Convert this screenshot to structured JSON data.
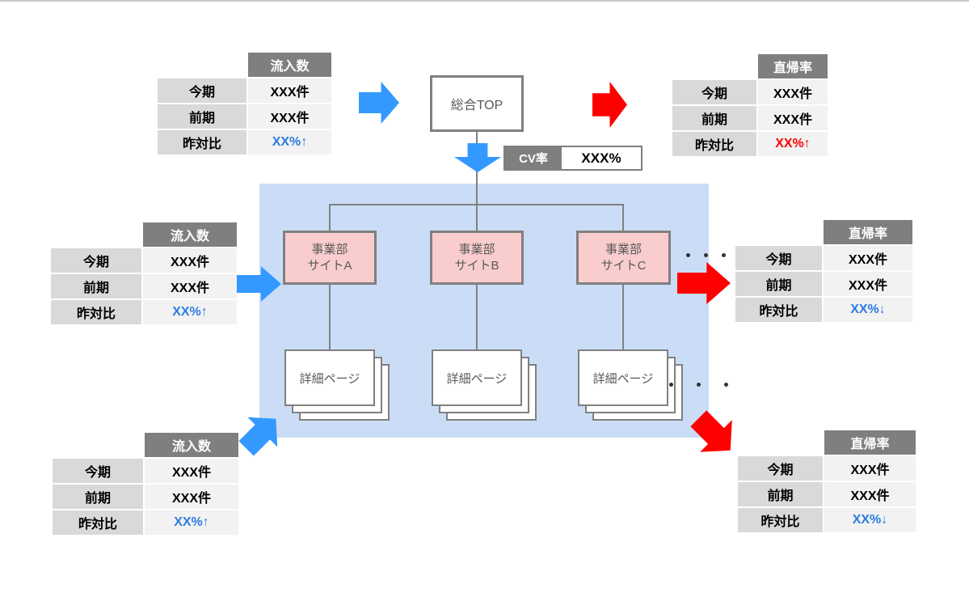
{
  "colors": {
    "accent_blue": "#3399FF",
    "accent_red": "#FF0000",
    "change_blue": "#2B7CE0",
    "change_red": "#FF0000",
    "header_gray": "#7F7F7F",
    "region_blue": "#CBDDF6",
    "node_pink": "#F9CDCD",
    "border_gray": "#808080"
  },
  "org_chart": {
    "root": {
      "label": "総合TOP"
    },
    "cv_rate": {
      "label": "CV率",
      "value": "XXX%"
    },
    "sites": [
      {
        "line1": "事業部",
        "line2": "サイトA"
      },
      {
        "line1": "事業部",
        "line2": "サイトB"
      },
      {
        "line1": "事業部",
        "line2": "サイトC"
      }
    ],
    "detail_pages": [
      {
        "label": "詳細ページ"
      },
      {
        "label": "詳細ページ"
      },
      {
        "label": "詳細ページ"
      }
    ],
    "more_sites": "・・・",
    "more_pages": "・・・"
  },
  "tables": {
    "inflow_top": {
      "metric": "流入数",
      "rows": [
        {
          "label": "今期",
          "value": "XXX件"
        },
        {
          "label": "前期",
          "value": "XXX件"
        },
        {
          "label": "昨対比",
          "value": "XX%↑"
        }
      ],
      "change_color": "blue"
    },
    "bounce_top": {
      "metric": "直帰率",
      "rows": [
        {
          "label": "今期",
          "value": "XXX件"
        },
        {
          "label": "前期",
          "value": "XXX件"
        },
        {
          "label": "昨対比",
          "value": "XX%↑"
        }
      ],
      "change_color": "red"
    },
    "inflow_mid": {
      "metric": "流入数",
      "rows": [
        {
          "label": "今期",
          "value": "XXX件"
        },
        {
          "label": "前期",
          "value": "XXX件"
        },
        {
          "label": "昨対比",
          "value": "XX%↑"
        }
      ],
      "change_color": "blue"
    },
    "bounce_mid": {
      "metric": "直帰率",
      "rows": [
        {
          "label": "今期",
          "value": "XXX件"
        },
        {
          "label": "前期",
          "value": "XXX件"
        },
        {
          "label": "昨対比",
          "value": "XX%↓"
        }
      ],
      "change_color": "blue"
    },
    "inflow_bottom": {
      "metric": "流入数",
      "rows": [
        {
          "label": "今期",
          "value": "XXX件"
        },
        {
          "label": "前期",
          "value": "XXX件"
        },
        {
          "label": "昨対比",
          "value": "XX%↑"
        }
      ],
      "change_color": "blue"
    },
    "bounce_bottom": {
      "metric": "直帰率",
      "rows": [
        {
          "label": "今期",
          "value": "XXX件"
        },
        {
          "label": "前期",
          "value": "XXX件"
        },
        {
          "label": "昨対比",
          "value": "XX%↓"
        }
      ],
      "change_color": "blue"
    }
  }
}
